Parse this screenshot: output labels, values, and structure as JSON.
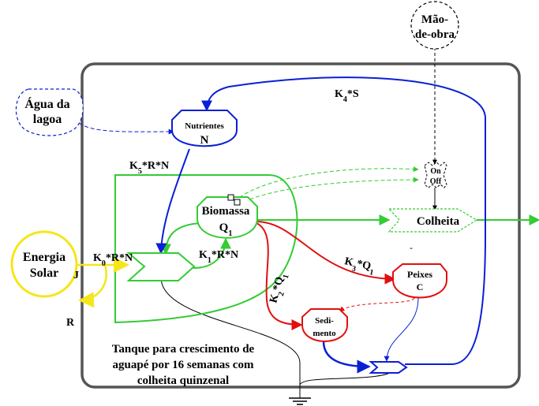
{
  "sources": {
    "water": {
      "line1": "Água da",
      "line2": "lagoa"
    },
    "labor": {
      "line1": "Mão-",
      "line2": "de-obra"
    },
    "energy": {
      "line1": "Energia",
      "line2": "Solar"
    }
  },
  "storages": {
    "nutrients": {
      "label": "Nutrientes",
      "symbol": "N"
    },
    "biomass": {
      "label": "Biomassa",
      "symbol": "Q",
      "sub": "1"
    },
    "fish": {
      "line1": "Peixes",
      "line2": "C"
    },
    "sediment": {
      "line1": "Sedi-",
      "line2": "mento"
    }
  },
  "switch": {
    "line1": "On",
    "line2": "Off"
  },
  "harvest": {
    "label": "Colheita"
  },
  "flows": {
    "k4": {
      "k": "K",
      "sub": "4",
      "rest": "*S"
    },
    "k5": {
      "k": "K",
      "sub": "5",
      "rest": "*R*N"
    },
    "k0": {
      "k": "K",
      "sub": "0",
      "rest": "*R*N"
    },
    "k1": {
      "k": "K",
      "sub": "1",
      "rest": "*R*N"
    },
    "k3": {
      "k": "K",
      "sub": "3",
      "mid": "*Q",
      "sub2": "1"
    },
    "k2": {
      "k": "K",
      "sub": "2",
      "mid": "*Q",
      "sub2": "1"
    }
  },
  "energy_labels": {
    "j": "J",
    "r": "R"
  },
  "minus_mark": "-",
  "caption": {
    "line1": "Tanque para crescimento de",
    "line2": "aguapé por 16 semanas com",
    "line3": "colheita quinzenal"
  },
  "colors": {
    "frame": "#555555",
    "blue": "#0b1fd6",
    "green": "#33cc33",
    "red": "#e01010",
    "yellow": "#f5e61a",
    "black": "#000000"
  }
}
